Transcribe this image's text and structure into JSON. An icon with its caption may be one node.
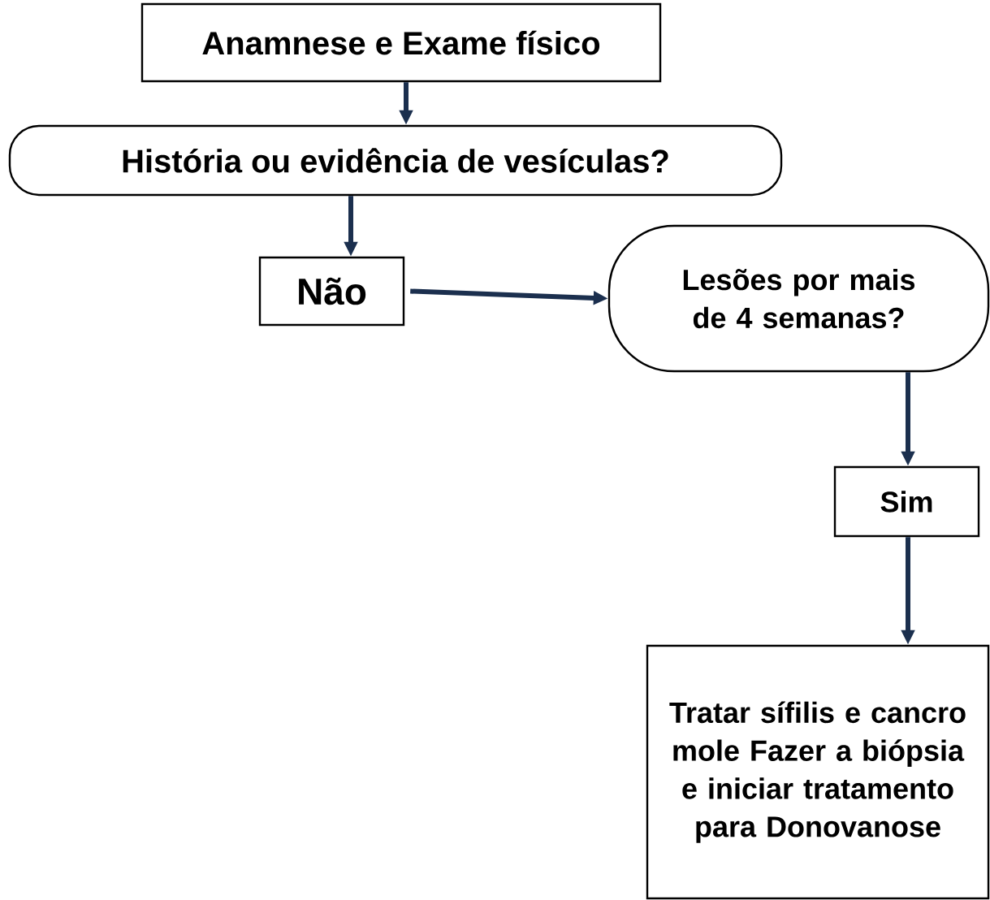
{
  "diagram": {
    "nodes": [
      {
        "text": [
          "Anamnese e Exame físico"
        ]
      },
      {
        "text": [
          "História ou evidência de vesículas?"
        ]
      },
      {
        "text": [
          "Não"
        ]
      },
      {
        "text": [
          "Lesões por mais de 4 semanas?"
        ]
      },
      {
        "text": [
          "Sim"
        ]
      },
      {
        "text": [
          "Tratar sífilis e cancro mole Fazer a biópsia e iniciar tratamento para Donovanose"
        ]
      }
    ],
    "edges": [
      {
        "from": 0,
        "to": 1,
        "arrow": "to"
      },
      {
        "from": 1,
        "to": 2,
        "arrow": "to"
      },
      {
        "from": 2,
        "to": 3,
        "arrow": "to"
      },
      {
        "from": 3,
        "to": 4,
        "arrow": "to"
      },
      {
        "from": 4,
        "to": 5,
        "arrow": "to"
      }
    ]
  }
}
